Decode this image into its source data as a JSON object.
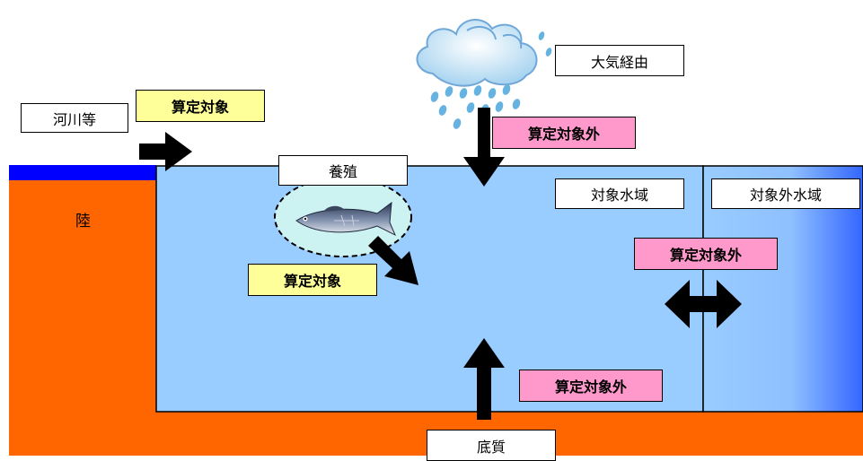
{
  "regions": {
    "land": "陸",
    "target_water": "対象水域",
    "non_target_water": "対象外水域",
    "sediment": "底質"
  },
  "sources": {
    "rivers": "河川等",
    "atmosphere": "大気経由",
    "aquaculture": "養殖"
  },
  "tags": {
    "rivers_tag": "算定対象",
    "atmosphere_tag": "算定対象外",
    "aquaculture_tag": "算定対象",
    "exchange_tag": "算定対象外",
    "sediment_tag": "算定対象外"
  },
  "colors": {
    "land": "#ff6600",
    "water": "#99ccff",
    "shore_strip": "#0000ff",
    "outer_water_gradient_end": "#3366ff",
    "target_tag": "#ffff99",
    "non_target_tag": "#ff99cc",
    "arrow": "#000000"
  },
  "icons": {
    "cloud": "rain-cloud-icon",
    "fish": "fish-icon"
  }
}
